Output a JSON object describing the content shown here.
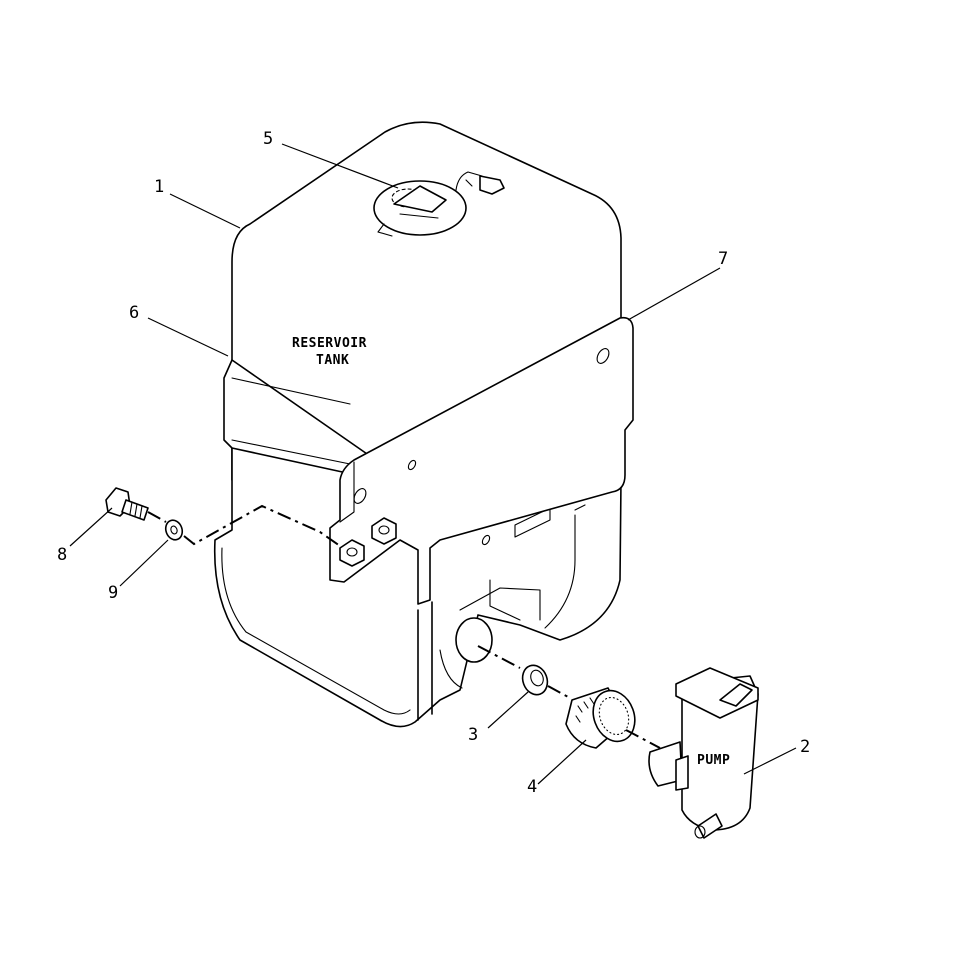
{
  "labels": {
    "reservoir_line1": "RESERVOIR",
    "reservoir_line2": "TANK",
    "pump": "PUMP"
  },
  "callouts": [
    "1",
    "2",
    "3",
    "4",
    "5",
    "6",
    "7",
    "8",
    "9"
  ],
  "colors": {
    "line": "#000000",
    "background": "#ffffff"
  }
}
